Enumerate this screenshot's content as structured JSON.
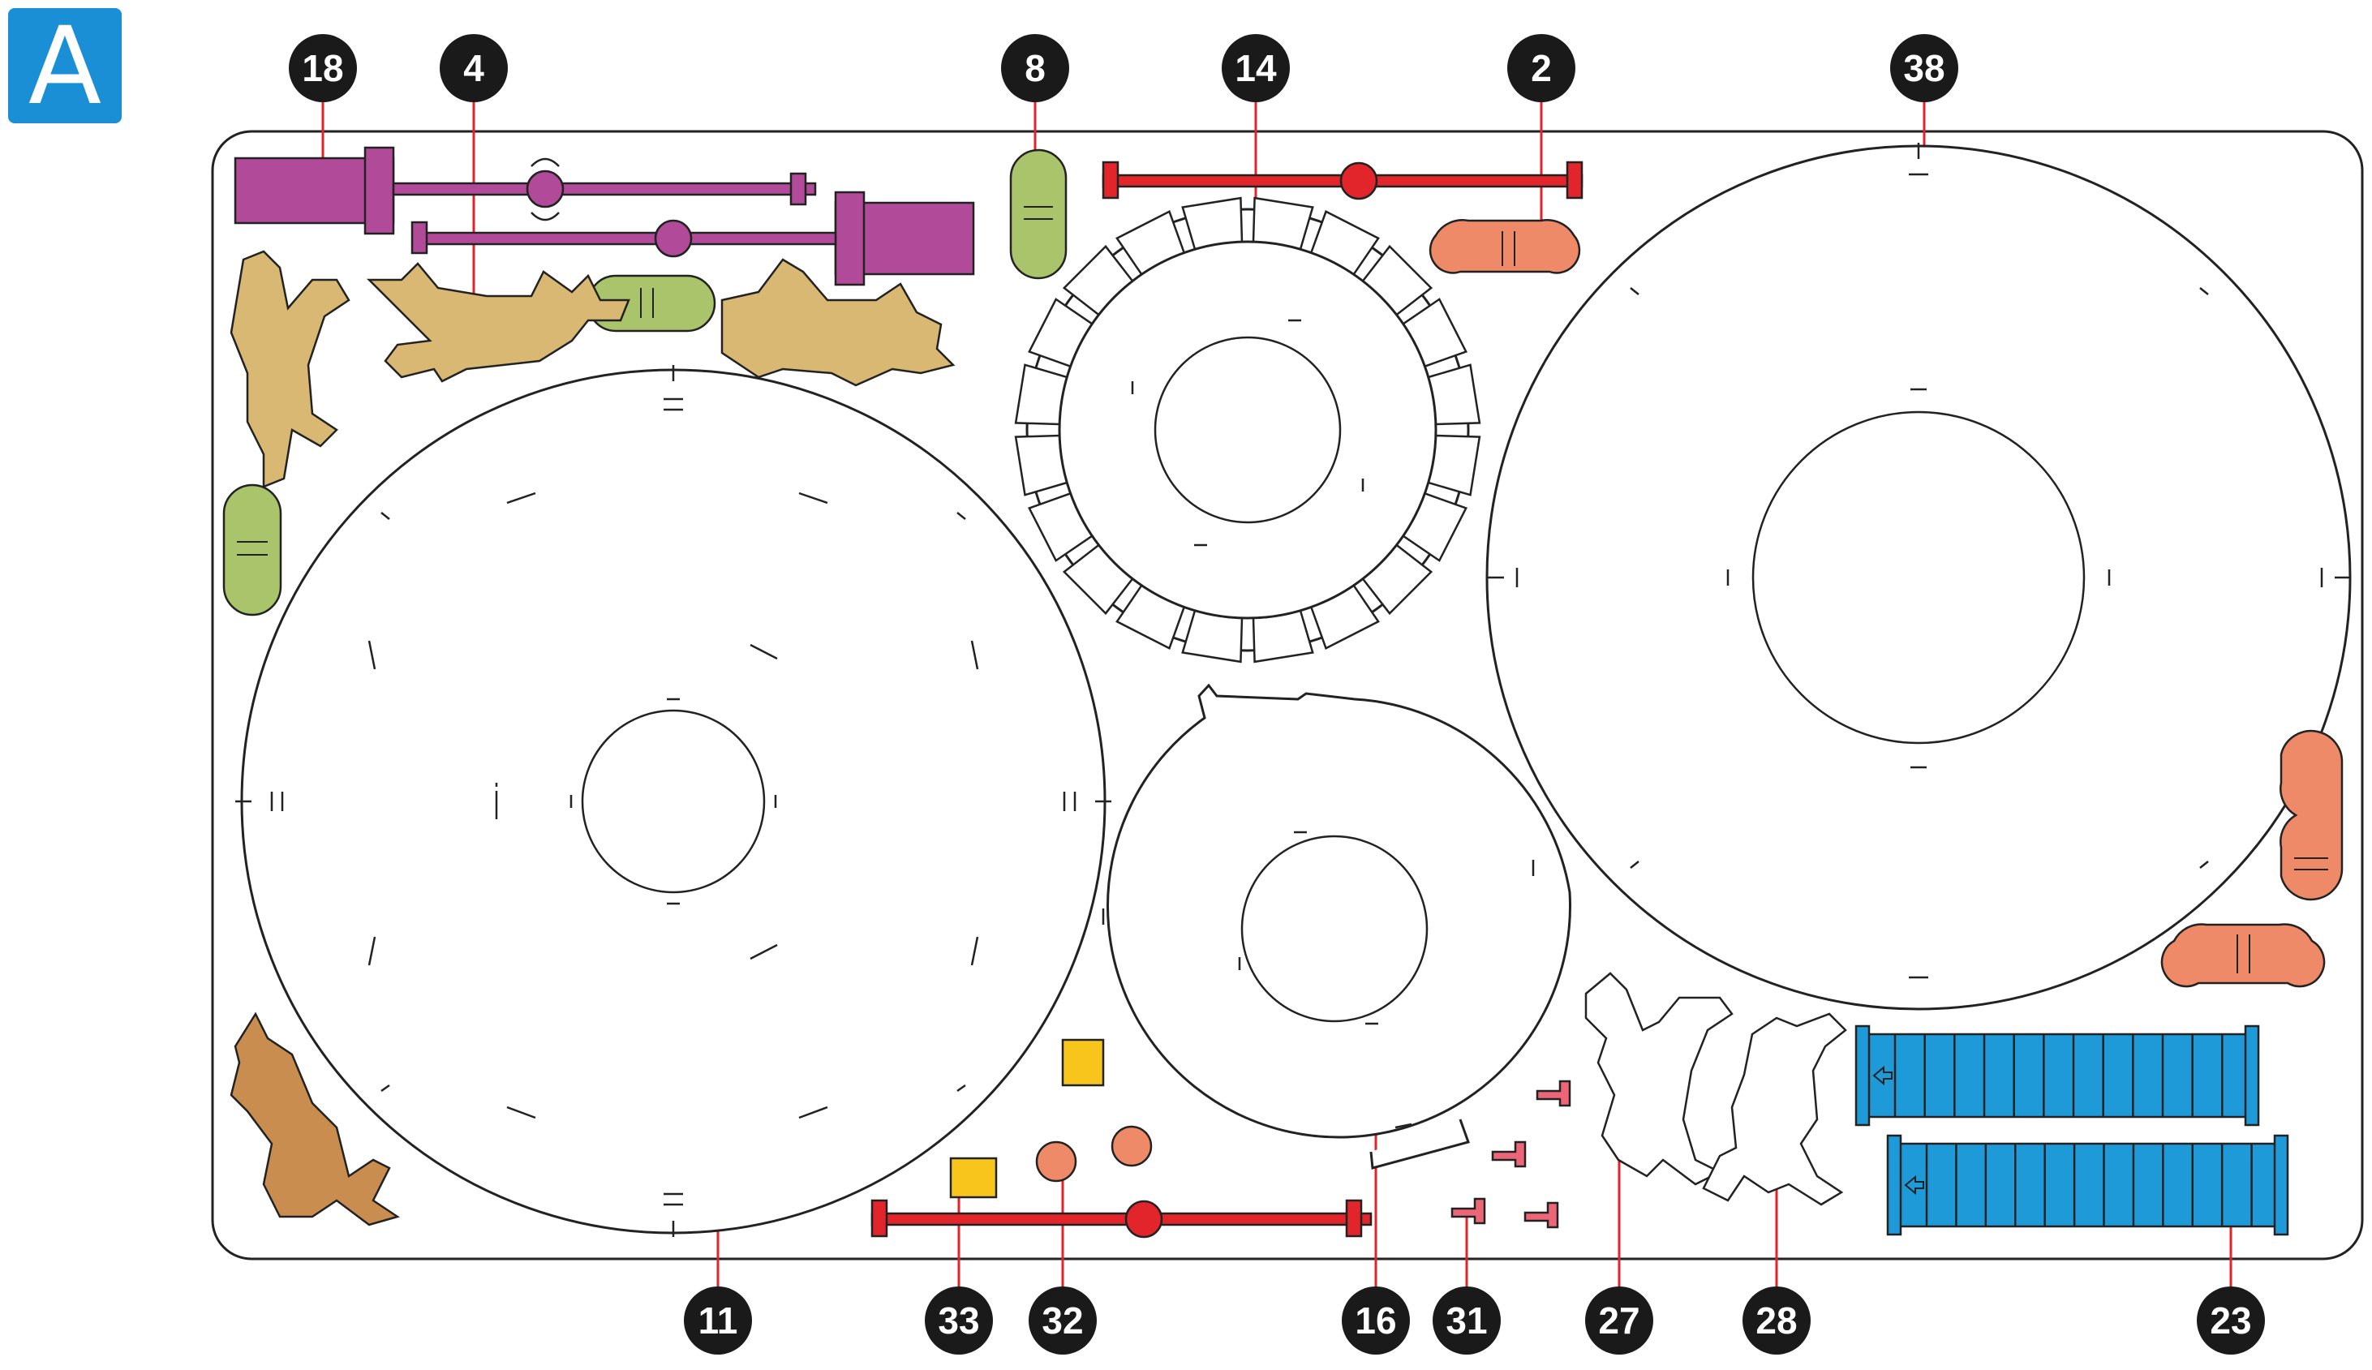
{
  "sheet": {
    "label": "A"
  },
  "callouts": [
    "18",
    "4",
    "8",
    "14",
    "2",
    "38",
    "11",
    "33",
    "32",
    "16",
    "31",
    "27",
    "28",
    "23"
  ],
  "colors": {
    "magenta": "#b24a9a",
    "tan": "#d9b874",
    "brown": "#c98e4f",
    "green": "#a9c46a",
    "red": "#e2252b",
    "salmon": "#ee8a68",
    "pink": "#ec6677",
    "yellow": "#f7c51b",
    "blue": "#1f9ad9",
    "badge": "#1a8fd6",
    "callout": "#1a1a1a",
    "leader": "#e0242b"
  }
}
